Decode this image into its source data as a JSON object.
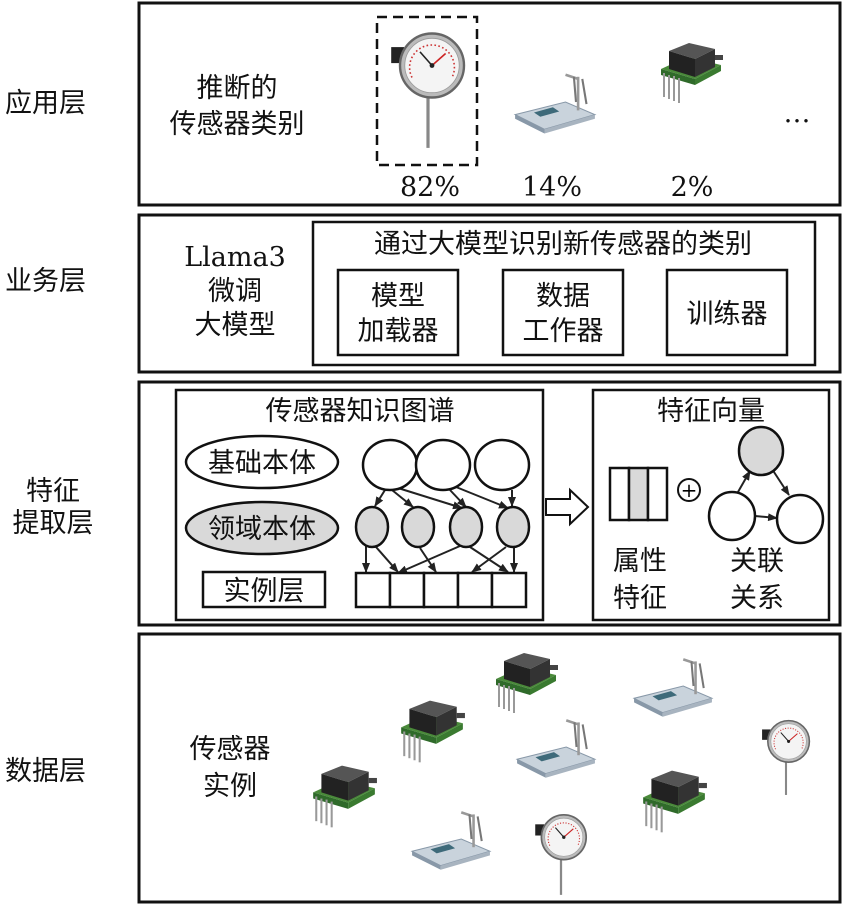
{
  "layers": {
    "application": "应用层",
    "business": "业务层",
    "feature_line1": "特征",
    "feature_line2": "提取层",
    "data": "数据层"
  },
  "application": {
    "caption_line1": "推断的",
    "caption_line2": "传感器类别",
    "candidates": [
      {
        "type": "gauge-thermometer",
        "prob": "82%"
      },
      {
        "type": "ph-meter",
        "prob": "14%"
      },
      {
        "type": "pressure-sensor",
        "prob": "2%"
      }
    ],
    "ellipsis": "…"
  },
  "business": {
    "model_line1": "Llama3",
    "model_line2": "微调",
    "model_line3": "大模型",
    "panel_title": "通过大模型识别新传感器的类别",
    "modules": [
      {
        "line1": "模型",
        "line2": "加载器"
      },
      {
        "line1": "数据",
        "line2": "工作器"
      },
      {
        "line1": "训练器"
      }
    ]
  },
  "feature": {
    "kg_title": "传感器知识图谱",
    "base_ontology": "基础本体",
    "domain_ontology": "领域本体",
    "instance_layer": "实例层",
    "vector_title": "特征向量",
    "plus": "+",
    "attr_line1": "属性",
    "attr_line2": "特征",
    "rel_line1": "关联",
    "rel_line2": "关系"
  },
  "data": {
    "caption_line1": "传感器",
    "caption_line2": "实例"
  },
  "colors": {
    "gray_node": "#d9d9d9",
    "board": "#4a8a3a"
  }
}
